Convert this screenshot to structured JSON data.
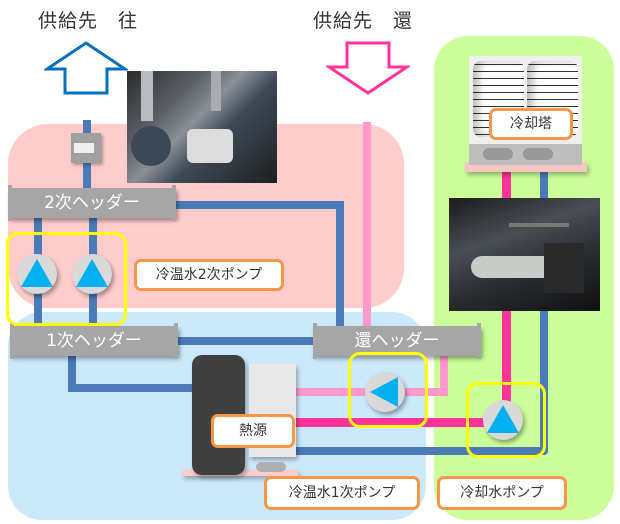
{
  "titles": {
    "supply_out": "供給先　往",
    "supply_return": "供給先　還"
  },
  "headers": {
    "secondary": "2次ヘッダー",
    "primary": "1次ヘッダー",
    "return": "還ヘッダー"
  },
  "labels": {
    "secondary_pump": "冷温水2次ポンプ",
    "heat_source": "熱源",
    "primary_pump": "冷温水1次ポンプ",
    "cooling_tower": "冷却塔",
    "cooling_water_pump": "冷却水ポンプ"
  },
  "photos": {
    "secondary_pump_photo": "pump-room-photo",
    "cooling_pump_photo": "cooling-pump-photo"
  },
  "colors": {
    "supply_arrow": "#0070c0",
    "return_arrow": "#ff3399",
    "chilled_pipe": "#4a7ab8",
    "return_pipe": "#ff99cc",
    "cooling_pipe": "#ff3399",
    "pump_triangle": "#00b0f0",
    "highlight": "#ffff00",
    "label_border": "#f79646"
  }
}
